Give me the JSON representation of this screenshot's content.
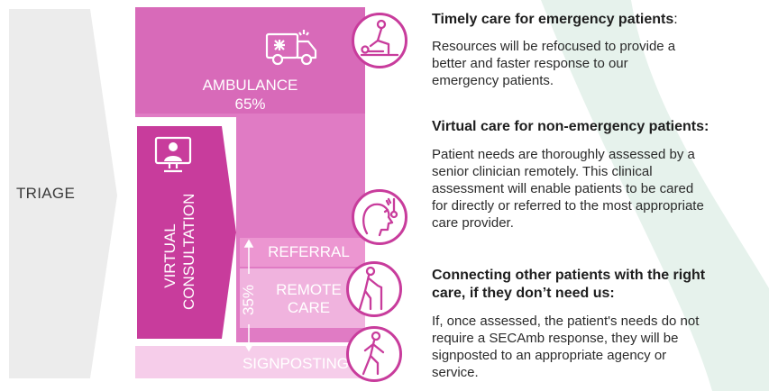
{
  "triage": {
    "label": "TRIAGE"
  },
  "ambulance": {
    "label": "AMBULANCE",
    "percent": "65%"
  },
  "virtual": {
    "label_line1": "VIRTUAL",
    "label_line2": "CONSULTATION"
  },
  "rows": {
    "referral": "REFERRAL",
    "remote_line1": "REMOTE",
    "remote_line2": "CARE",
    "signposting": "SIGNPOSTING",
    "percent": "35%"
  },
  "icons": [
    "cpr-icon",
    "fever-patient-icon",
    "elderly-walker-icon",
    "walking-person-icon",
    "ambulance-icon",
    "monitor-doctor-icon"
  ],
  "colors": {
    "pink_main": "#e07bc4",
    "pink_dark": "#c83c9c",
    "pink_light": "#f0b3de",
    "pink_lighter": "#f6cdea",
    "teal_bg": "#e6f2ec"
  },
  "sections": [
    {
      "heading_bold": "Timely care for emergency patients",
      "heading_suffix": ":",
      "line1": "Resources will be refocused to provide a",
      "line2": "better and faster response to our",
      "line3": "emergency patients."
    },
    {
      "heading_bold": "Virtual care for non-emergency patients:",
      "line1": "Patient needs are thoroughly assessed by a",
      "line2": "senior clinician remotely. This clinical",
      "line3": "assessment will enable patients to be cared",
      "line4": "for directly or referred to the most appropriate",
      "line5": "care provider."
    },
    {
      "heading_line1": "Connecting other patients with the right",
      "heading_line2": "care, if they don’t need us:",
      "line1": "If, once assessed, the patient's needs do not",
      "line2": "require a SECAmb response, they will be",
      "line3": "signposted to an appropriate agency or",
      "line4": "service."
    }
  ]
}
